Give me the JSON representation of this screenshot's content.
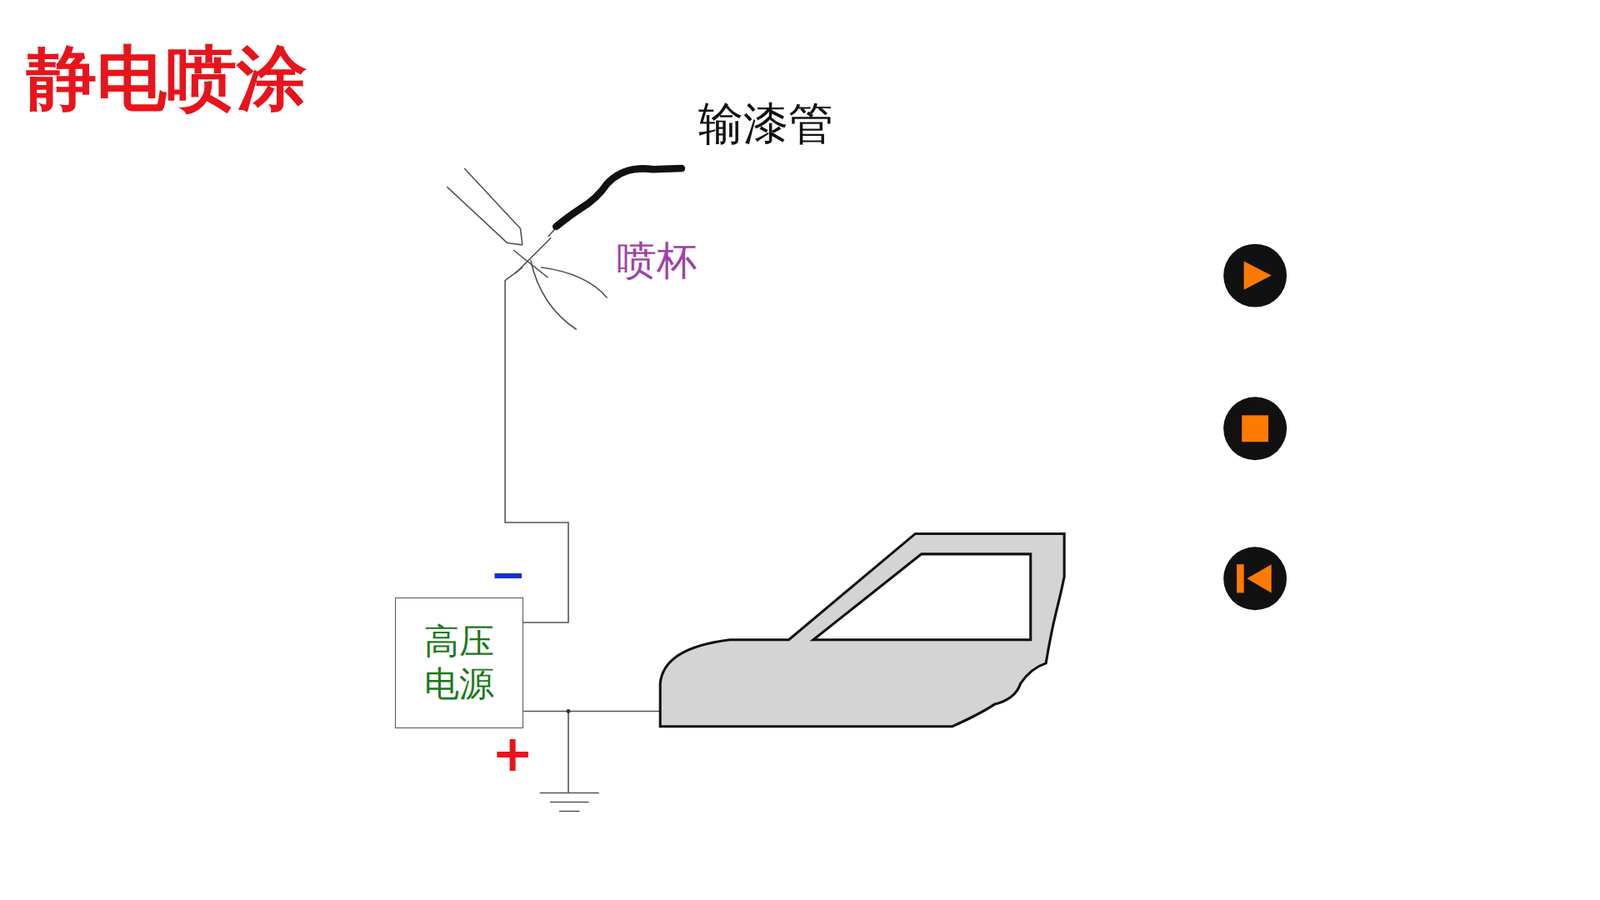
{
  "diagram": {
    "title": "静电喷涂",
    "nodes": [
      {
        "text": [
          "高压电源"
        ]
      }
    ],
    "edges": [],
    "labels": [
      "输漆管",
      "喷杯",
      "−",
      "+"
    ]
  }
}
